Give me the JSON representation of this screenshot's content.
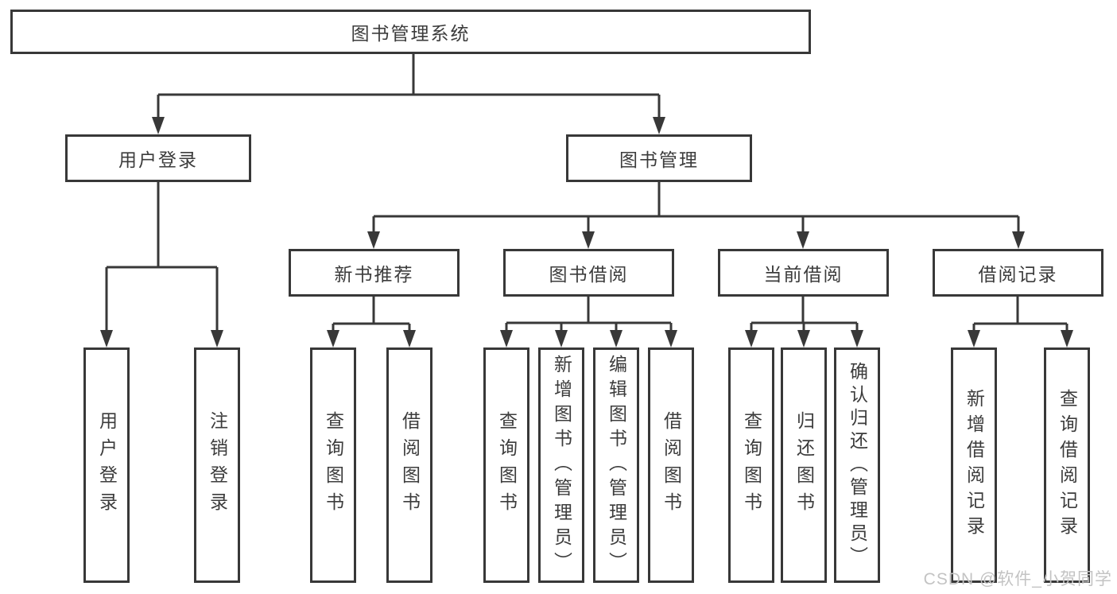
{
  "tree": {
    "root": {
      "label": "图书管理系统"
    },
    "branches": [
      {
        "label": "用户登录",
        "leaves": [
          {
            "label": "用户登录"
          },
          {
            "label": "注销登录"
          }
        ]
      },
      {
        "label": "图书管理",
        "children": [
          {
            "label": "新书推荐",
            "leaves": [
              {
                "label": "查询图书"
              },
              {
                "label": "借阅图书"
              }
            ]
          },
          {
            "label": "图书借阅",
            "leaves": [
              {
                "label": "查询图书"
              },
              {
                "label": "新增图书（管理员）"
              },
              {
                "label": "编辑图书（管理员）"
              },
              {
                "label": "借阅图书"
              }
            ]
          },
          {
            "label": "当前借阅",
            "leaves": [
              {
                "label": "查询图书"
              },
              {
                "label": "归还图书"
              },
              {
                "label": "确认归还（管理员）"
              }
            ]
          },
          {
            "label": "借阅记录",
            "leaves": [
              {
                "label": "新增借阅记录"
              },
              {
                "label": "查询借阅记录"
              }
            ]
          }
        ]
      }
    ]
  },
  "watermark": {
    "text": "CSDN @软件_小贺同学"
  },
  "colors": {
    "background": "#ffffff",
    "line": "#383838",
    "box_border": "#383838",
    "text": "#3c3c3c",
    "watermark": "#c3c3c3"
  }
}
